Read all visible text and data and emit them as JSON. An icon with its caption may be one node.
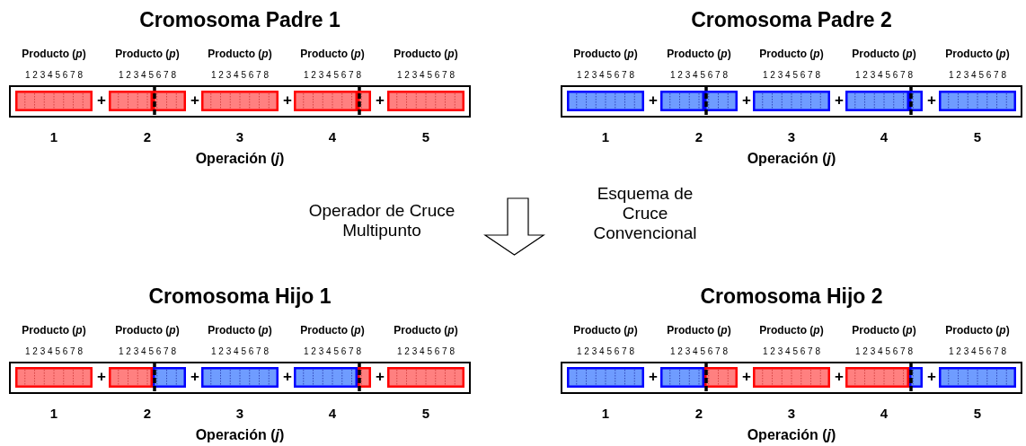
{
  "diagram": {
    "nodes": [
      {
        "text": [
          "Cromosoma Padre 1"
        ]
      },
      {
        "text": [],
        "shape": "bar",
        "in": 0
      },
      {
        "text": [],
        "shape": "bar",
        "in": 0
      },
      {
        "text": [],
        "shape": "bar",
        "in": 0
      },
      {
        "text": [],
        "shape": "bar",
        "in": 0
      },
      {
        "text": [],
        "shape": "bar",
        "in": 0
      },
      {
        "text": [
          "Cromosoma Padre 2"
        ]
      },
      {
        "text": [],
        "shape": "bar",
        "in": 6
      },
      {
        "text": [],
        "shape": "bar",
        "in": 6
      },
      {
        "text": [],
        "shape": "bar",
        "in": 6
      },
      {
        "text": [],
        "shape": "bar",
        "in": 6
      },
      {
        "text": [],
        "shape": "bar",
        "in": 6
      },
      {
        "text": [
          "Cromosoma Hijo 1"
        ]
      },
      {
        "text": [],
        "shape": "bar",
        "in": 12
      },
      {
        "text": [],
        "shape": "bar",
        "in": 12
      },
      {
        "text": [],
        "shape": "bar",
        "in": 12
      },
      {
        "text": [],
        "shape": "bar",
        "in": 12
      },
      {
        "text": [],
        "shape": "bar",
        "in": 12
      },
      {
        "text": [
          "Cromosoma Hijo 2"
        ]
      },
      {
        "text": [],
        "shape": "bar",
        "in": 18
      },
      {
        "text": [],
        "shape": "bar",
        "in": 18
      },
      {
        "text": [],
        "shape": "bar",
        "in": 18
      },
      {
        "text": [],
        "shape": "bar",
        "in": 18
      },
      {
        "text": [],
        "shape": "bar",
        "in": 18
      }
    ],
    "edges": [],
    "labels": [
      "Producto (*p*)",
      "Producto (*p*)",
      "Producto (*p*)",
      "Producto (*p*)",
      "Producto (*p*)",
      "1 2 3 4 5 6 7 8",
      "1 2 3 4 5 6 7 8",
      "1 2 3 4 5 6 7 8",
      "1 2 3 4 5 6 7 8",
      "1 2 3 4 5 6 7 8",
      "+",
      "+",
      "+",
      "+",
      "1",
      "2",
      "3",
      "4",
      "5",
      "Operación (*j*)",
      "Producto (*p*)",
      "Producto (*p*)",
      "Producto (*p*)",
      "Producto (*p*)",
      "Producto (*p*)",
      "1 2 3 4 5 6 7 8",
      "1 2 3 4 5 6 7 8",
      "1 2 3 4 5 6 7 8",
      "1 2 3 4 5 6 7 8",
      "1 2 3 4 5 6 7 8",
      "+",
      "+",
      "+",
      "+",
      "1",
      "2",
      "3",
      "4",
      "5",
      "Operación (*j*)",
      "Operador de Cruce Multipunto",
      "Esquema de Cruce Convencional",
      "Producto (*p*)",
      "Producto (*p*)",
      "Producto (*p*)",
      "Producto (*p*)",
      "Producto (*p*)",
      "1 2 3 4 5 6 7 8",
      "1 2 3 4 5 6 7 8",
      "1 2 3 4 5 6 7 8",
      "1 2 3 4 5 6 7 8",
      "1 2 3 4 5 6 7 8",
      "+",
      "+",
      "+",
      "+",
      "1",
      "2",
      "3",
      "4",
      "5",
      "Operación (*j*)",
      "Producto (*p*)",
      "Producto (*p*)",
      "Producto (*p*)",
      "Producto (*p*)",
      "Producto (*p*)",
      "1 2 3 4 5 6 7 8",
      "1 2 3 4 5 6 7 8",
      "1 2 3 4 5 6 7 8",
      "1 2 3 4 5 6 7 8",
      "1 2 3 4 5 6 7 8",
      "+",
      "+",
      "+",
      "+",
      "1",
      "2",
      "3",
      "4",
      "5",
      "Operación (*j*)"
    ]
  }
}
